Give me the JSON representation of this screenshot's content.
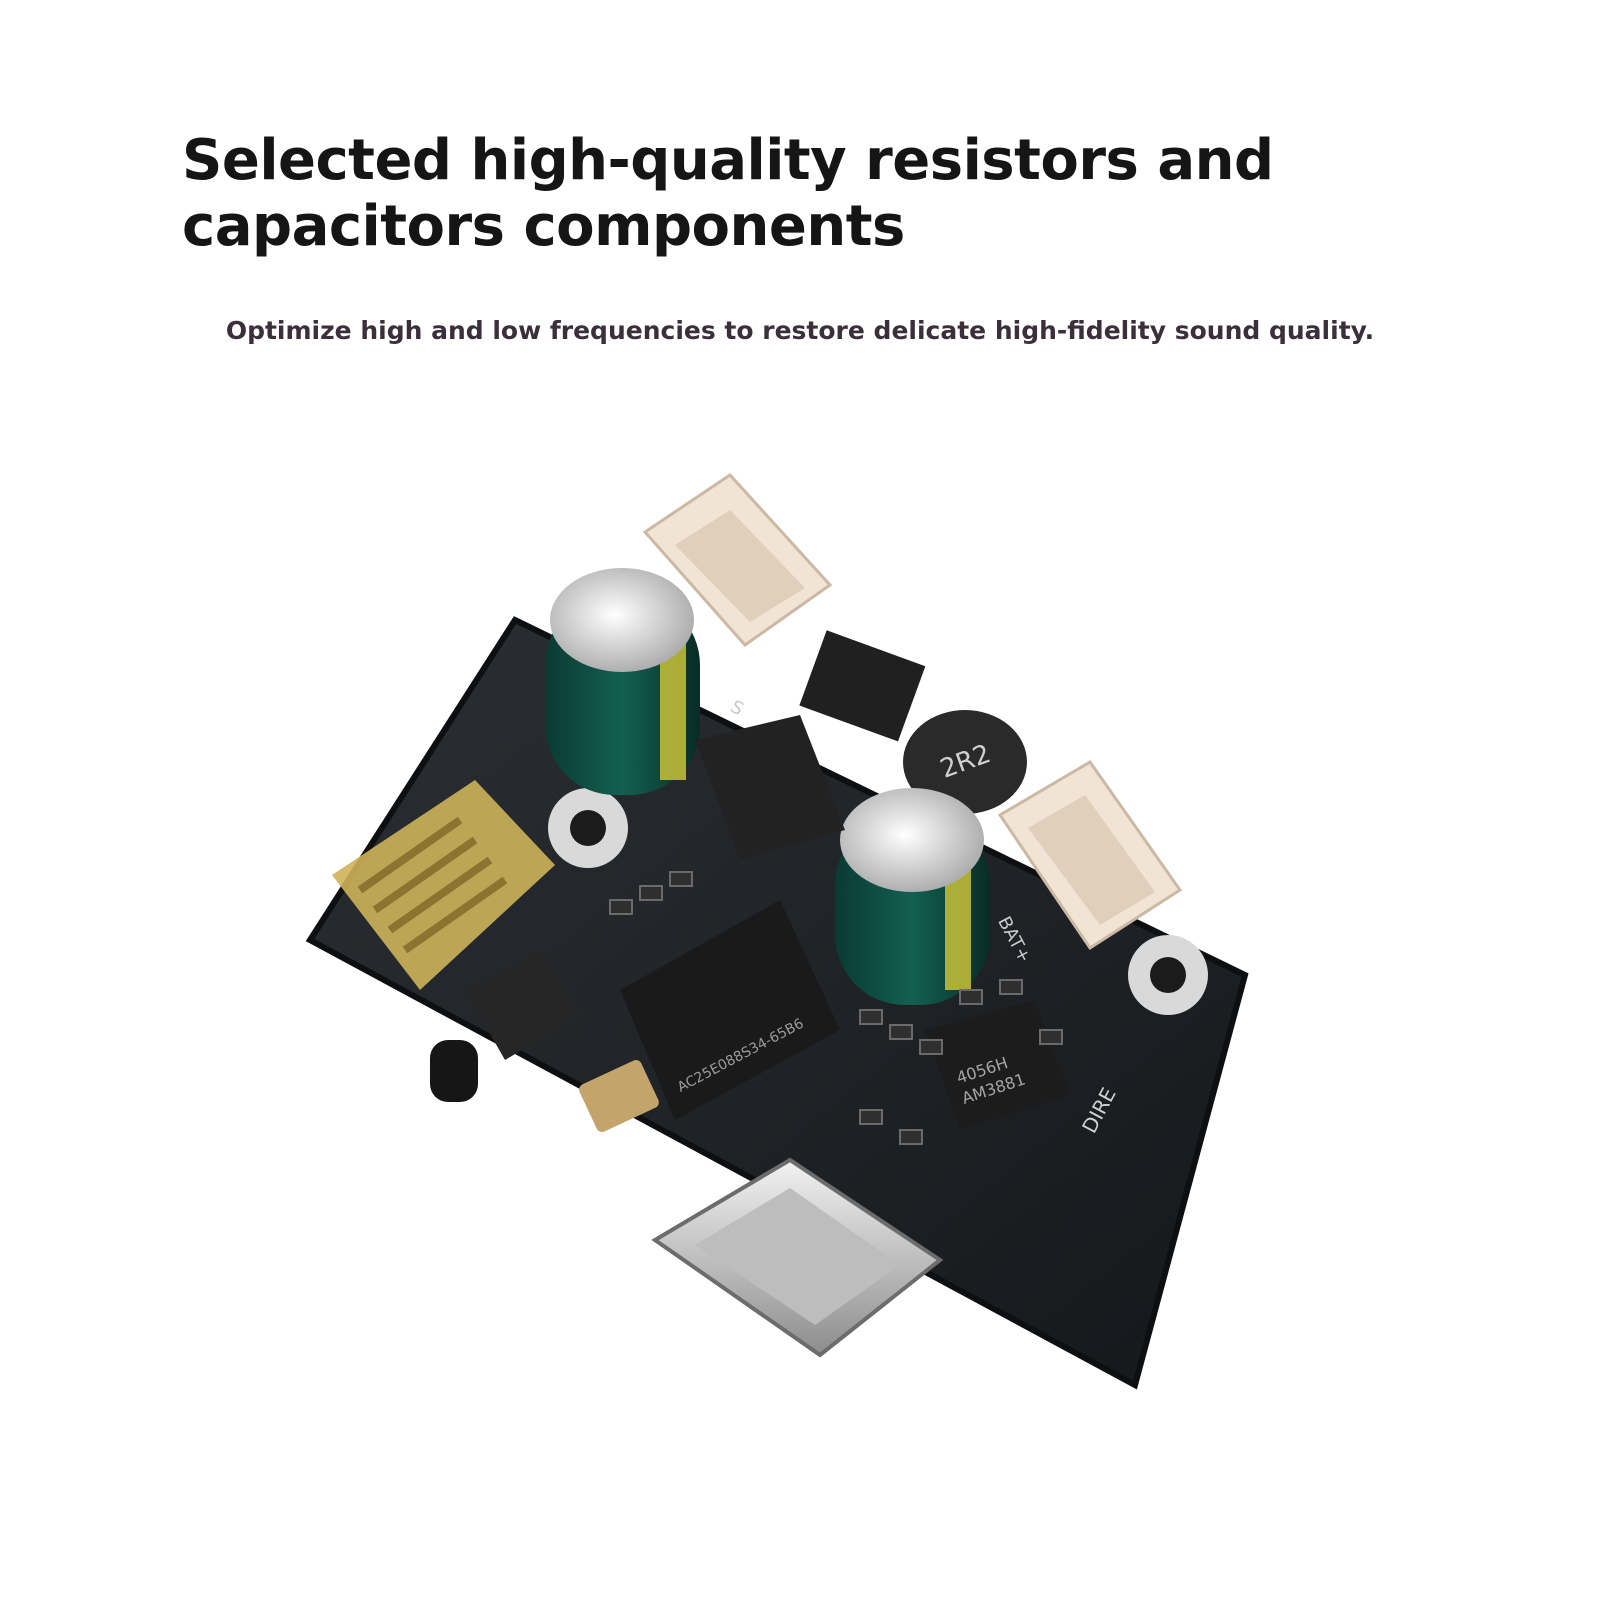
{
  "headline": {
    "line1": "Selected high-quality resistors and",
    "line2": "capacitors components"
  },
  "subline": "Optimize high and low frequencies to restore delicate high-fidelity sound quality.",
  "colors": {
    "background": "#ffffff",
    "headline": "#151515",
    "subline": "#3a2f3a",
    "pcb": "#1e2124",
    "capacitor": "#0f4a40",
    "capacitor_stripe": "#c9c238",
    "connector": "#f1e4d4",
    "antenna_gold": "#cdb35a"
  },
  "board_labels": {
    "inductor": "2R2",
    "terminal_bat": "BAT+",
    "terminal_s": "S",
    "corner_mark": "DIRE",
    "main_chip": "AC25E088S34-65B6",
    "amp_chip": "AM3881",
    "amp_chip_code": "4056H"
  }
}
